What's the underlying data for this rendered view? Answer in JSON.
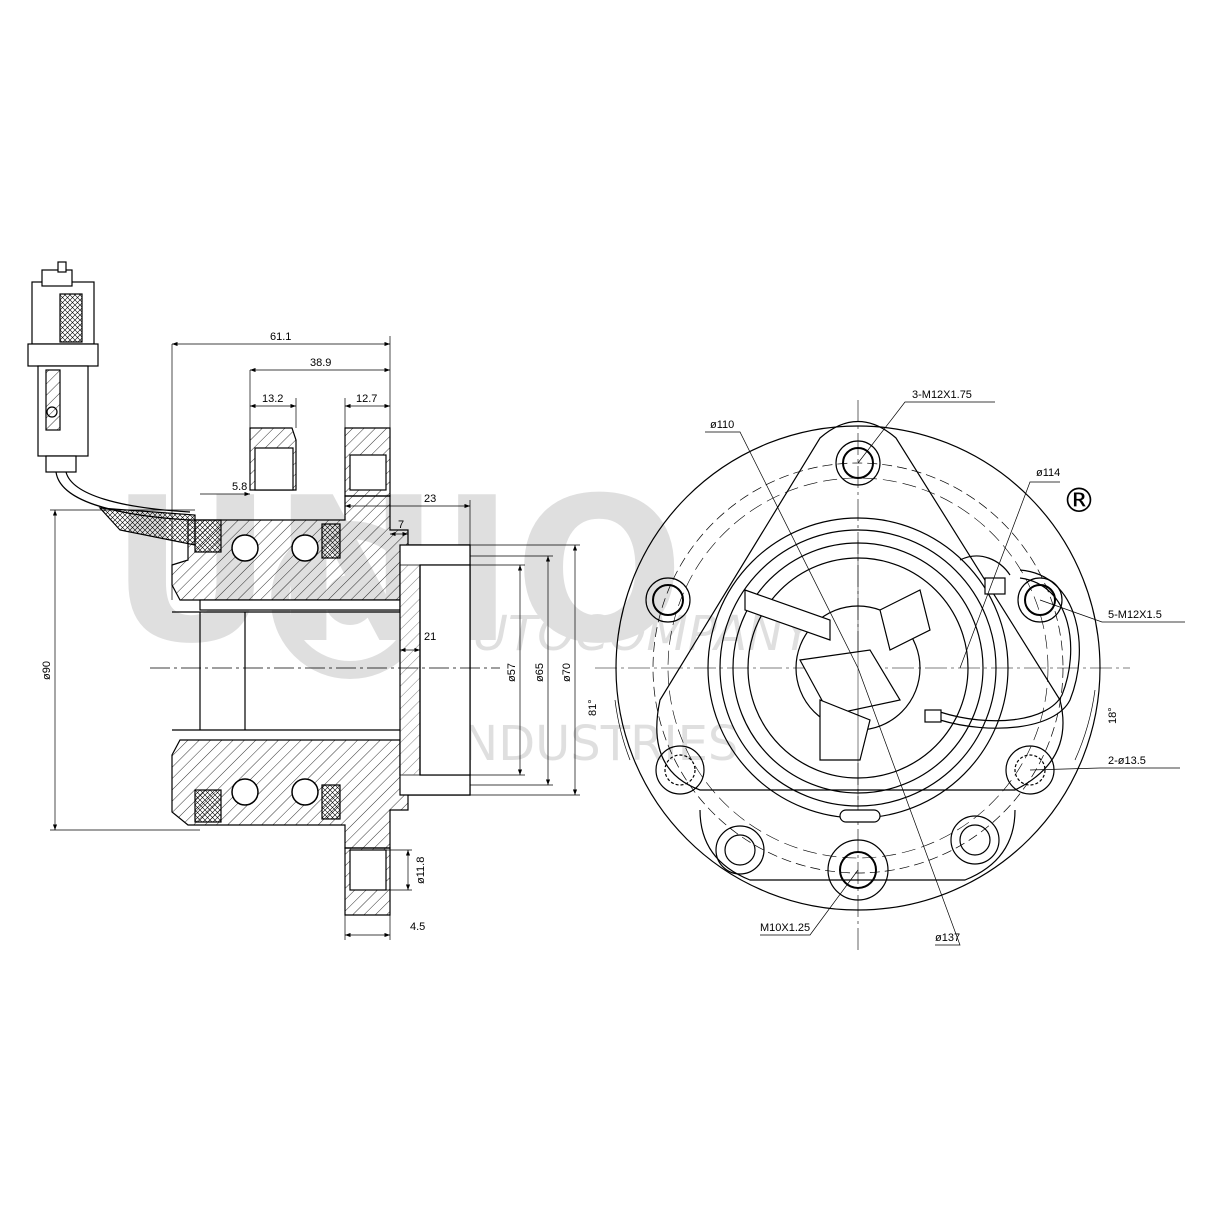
{
  "watermark": {
    "brand": "UNIO",
    "line1": "AUTOCOMPANY",
    "line2": "X INDUSTRIES",
    "registered_mark": "®"
  },
  "side_view": {
    "dims": {
      "d61": "61.1",
      "d389": "38.9",
      "d132": "13.2",
      "d127": "12.7",
      "d58": "5.8",
      "d23": "23",
      "d7": "7",
      "d21": "21",
      "phi90": "ø90",
      "phi57": "ø57",
      "phi65": "ø65",
      "phi70": "ø70",
      "phi118": "ø11.8",
      "d45": "4.5"
    }
  },
  "front_view": {
    "dims": {
      "phi110": "ø110",
      "m12x175": "3-M12X1.75",
      "phi114": "ø114",
      "m12x15": "5-M12X1.5",
      "ang81": "81°",
      "ang18": "18°",
      "hole135": "2-ø13.5",
      "m10x125": "M10X1.25",
      "phi137": "ø137"
    }
  }
}
